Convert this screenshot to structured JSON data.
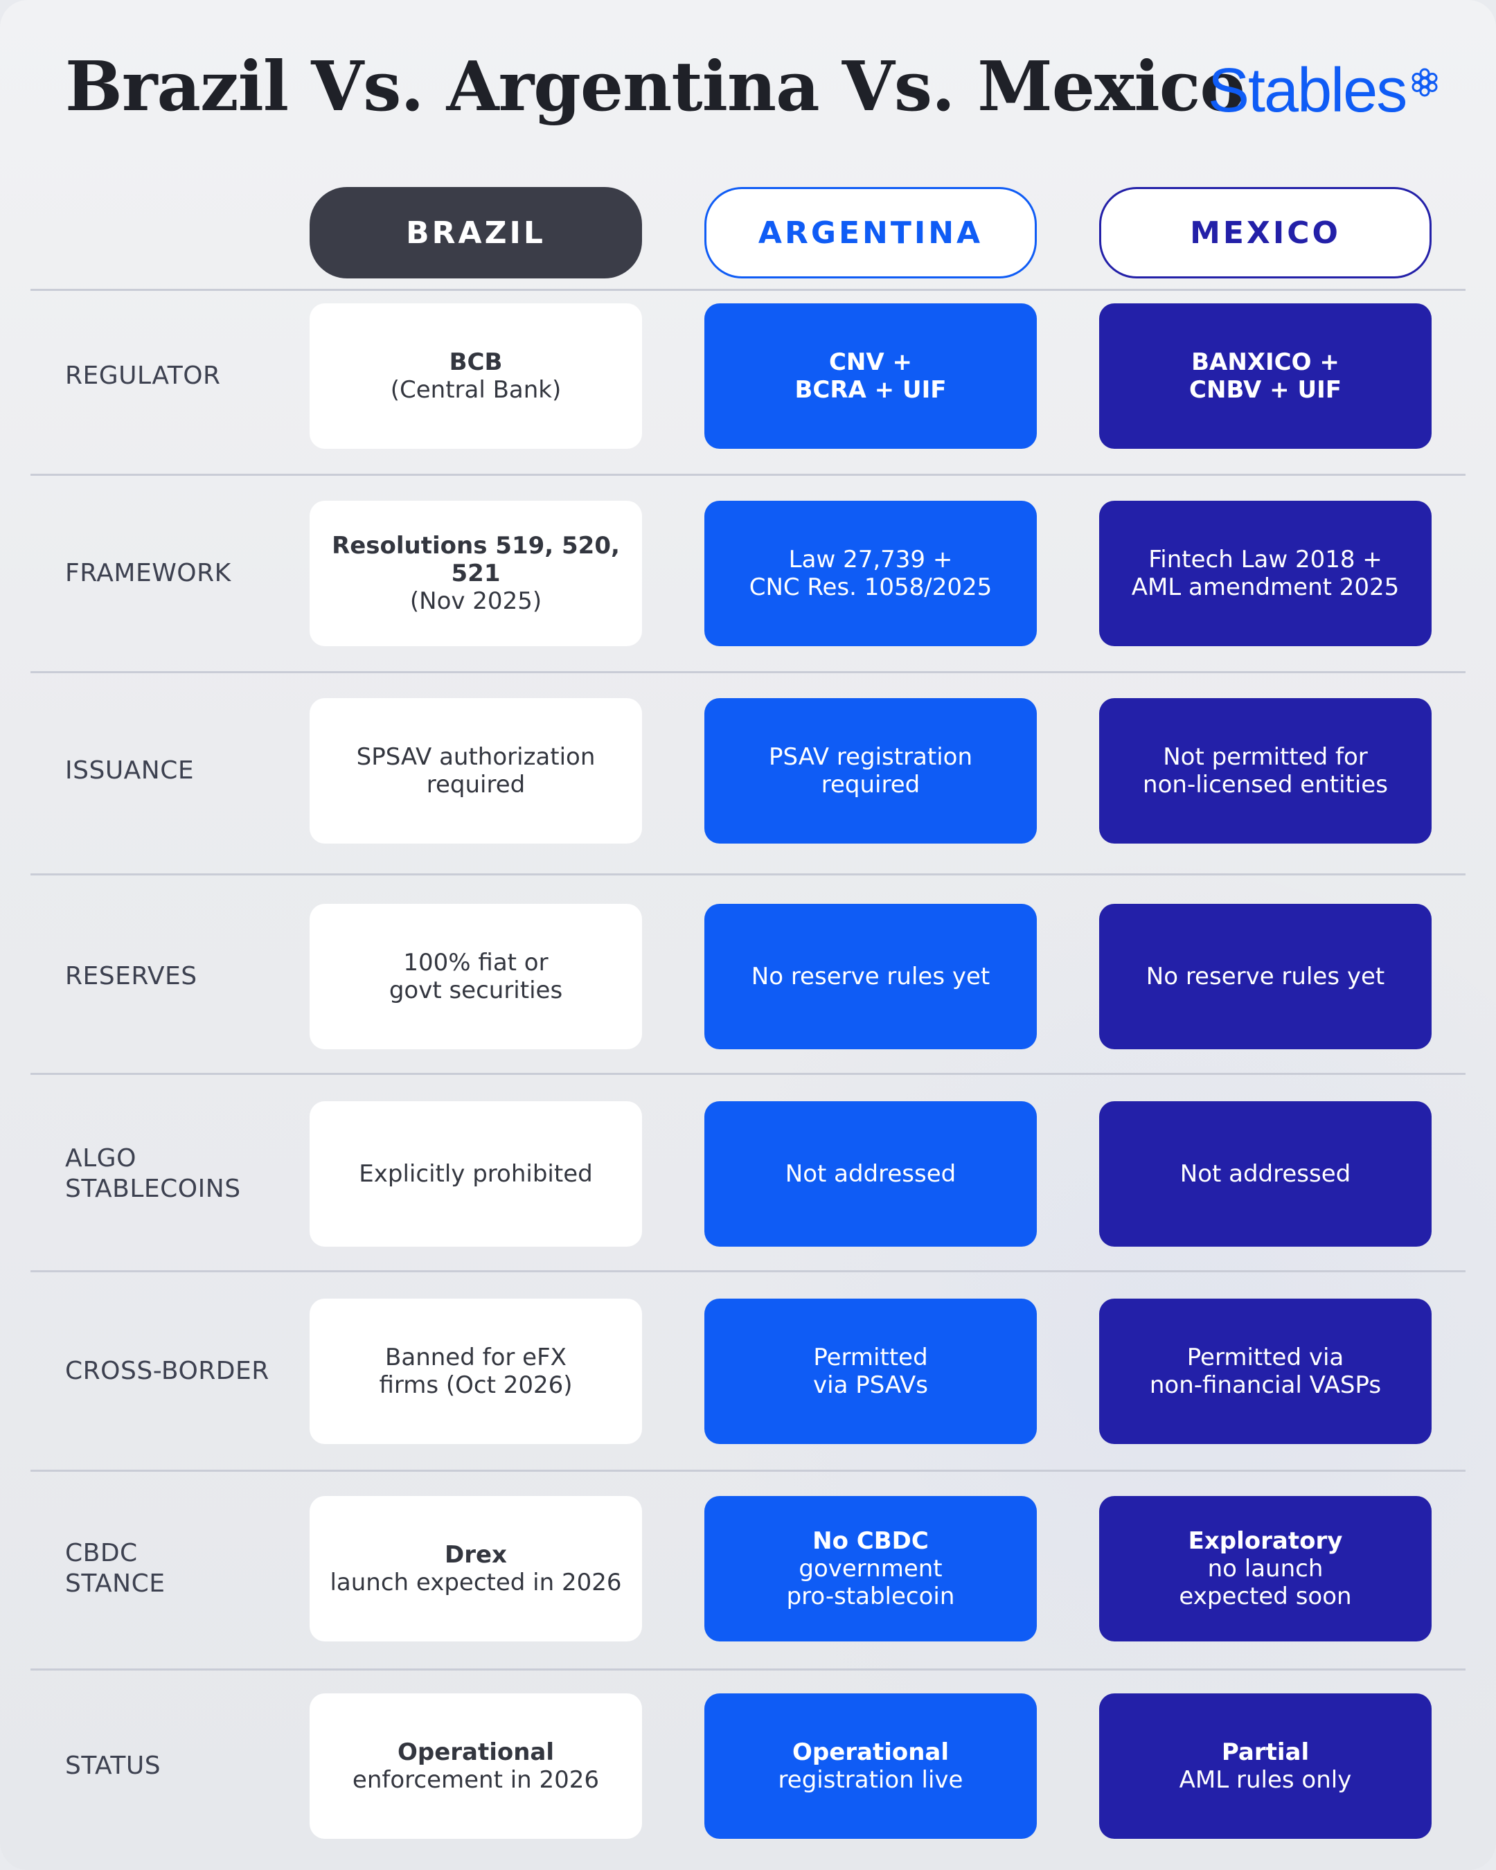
{
  "title": "Brazil Vs. Argentina Vs. Mexico",
  "logo": {
    "text": "Stables",
    "icon": "flower-gear-icon"
  },
  "colors": {
    "brazil": "#3b3d48",
    "argentina": "#0f5cf5",
    "mexico": "#2320a8",
    "logo": "#0f5cf5"
  },
  "columns": [
    "BRAZIL",
    "ARGENTINA",
    "MEXICO"
  ],
  "rows": [
    {
      "label": "REGULATOR",
      "brazil": {
        "bold": "BCB",
        "text": "(Central Bank)"
      },
      "argentina": {
        "bold": "CNV +\nBCRA + UIF",
        "text": ""
      },
      "mexico": {
        "bold": "BANXICO +\nCNBV + UIF",
        "text": ""
      }
    },
    {
      "label": "FRAMEWORK",
      "brazil": {
        "bold": "Resolutions 519, 520, 521",
        "text": "(Nov 2025)"
      },
      "argentina": {
        "bold": "",
        "text": "Law 27,739 +\nCNC Res. 1058/2025"
      },
      "mexico": {
        "bold": "",
        "text": "Fintech Law 2018 +\nAML amendment 2025"
      }
    },
    {
      "label": "ISSUANCE",
      "brazil": {
        "bold": "",
        "text": "SPSAV authorization\nrequired"
      },
      "argentina": {
        "bold": "",
        "text": "PSAV registration\nrequired"
      },
      "mexico": {
        "bold": "",
        "text": "Not permitted for\nnon-licensed entities"
      }
    },
    {
      "label": "RESERVES",
      "brazil": {
        "bold": "",
        "text": "100% fiat or\ngovt securities"
      },
      "argentina": {
        "bold": "",
        "text": "No reserve rules yet"
      },
      "mexico": {
        "bold": "",
        "text": "No reserve rules yet"
      }
    },
    {
      "label": "ALGO\nSTABLECOINS",
      "brazil": {
        "bold": "",
        "text": "Explicitly prohibited"
      },
      "argentina": {
        "bold": "",
        "text": "Not addressed"
      },
      "mexico": {
        "bold": "",
        "text": "Not addressed"
      }
    },
    {
      "label": "CROSS-BORDER",
      "brazil": {
        "bold": "",
        "text": "Banned for eFX\nfirms (Oct 2026)"
      },
      "argentina": {
        "bold": "",
        "text": "Permitted\nvia PSAVs"
      },
      "mexico": {
        "bold": "",
        "text": "Permitted via\nnon-financial VASPs"
      }
    },
    {
      "label": "CBDC\nSTANCE",
      "brazil": {
        "bold": "Drex",
        "text": "launch expected in 2026"
      },
      "argentina": {
        "bold": "No CBDC",
        "text": "government\npro-stablecoin"
      },
      "mexico": {
        "bold": "Exploratory",
        "text": "no launch\nexpected soon"
      }
    },
    {
      "label": "STATUS",
      "brazil": {
        "bold": "Operational",
        "text": "enforcement in 2026"
      },
      "argentina": {
        "bold": "Operational",
        "text": "registration live"
      },
      "mexico": {
        "bold": "Partial",
        "text": "AML rules only"
      }
    }
  ]
}
